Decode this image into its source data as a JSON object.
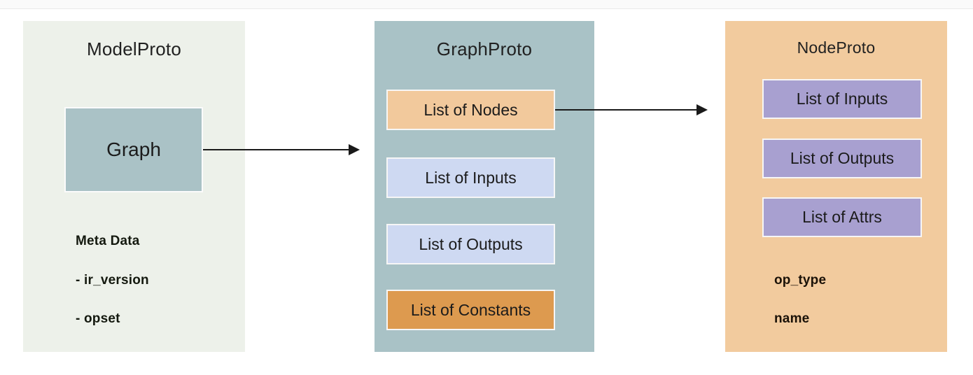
{
  "diagram": {
    "panels": [
      {
        "id": "modelproto",
        "title": "ModelProto",
        "graph_box_label": "Graph",
        "meta_heading": "Meta Data",
        "meta_items": [
          "- ir_version",
          "- opset"
        ]
      },
      {
        "id": "graphproto",
        "title": "GraphProto",
        "boxes": [
          {
            "label": "List of Nodes",
            "color": "#f2c99c"
          },
          {
            "label": "List of Inputs",
            "color": "#ced9f2"
          },
          {
            "label": "List of Outputs",
            "color": "#ced9f2"
          },
          {
            "label": "List of Constants",
            "color": "#dd9a4f"
          }
        ]
      },
      {
        "id": "nodeproto",
        "title": "NodeProto",
        "boxes": [
          {
            "label": "List of Inputs",
            "color": "#a8a0d0"
          },
          {
            "label": "List of Outputs",
            "color": "#a8a0d0"
          },
          {
            "label": "List of Attrs",
            "color": "#a8a0d0"
          }
        ],
        "fields": [
          "op_type",
          "name"
        ]
      }
    ],
    "arrows": [
      {
        "from": "Graph",
        "to": "GraphProto"
      },
      {
        "from": "List of Nodes",
        "to": "NodeProto"
      }
    ],
    "colors": {
      "modelproto_bg": "#edf1ea",
      "graphproto_bg": "#a9c2c6",
      "nodeproto_bg": "#f2cb9e",
      "graph_box_bg": "#aac2c6",
      "nodes_box_bg": "#f2c99c",
      "io_box_bg": "#ced9f2",
      "constants_box_bg": "#dd9a4f",
      "purple_box_bg": "#a8a0d0",
      "arrow": "#1a1a1a",
      "top_strip_bg": "#fafafa"
    }
  }
}
